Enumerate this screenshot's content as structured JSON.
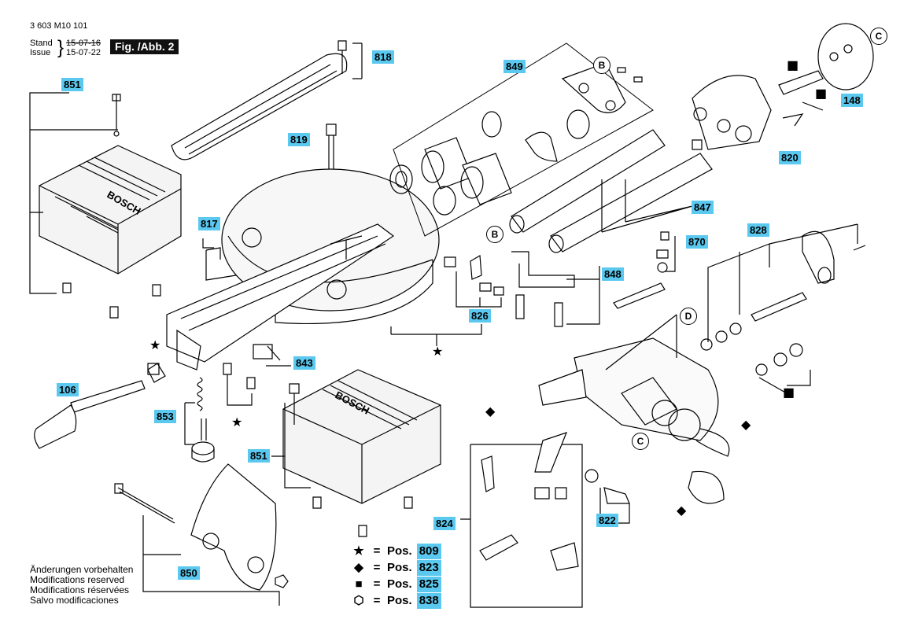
{
  "header": {
    "doc_number": "3 603 M10 101",
    "stand_label": "Stand",
    "stand_date": "15-07-16",
    "issue_label": "Issue",
    "issue_date": "15-07-22",
    "figure_label": "Fig. /Abb. 2"
  },
  "callouts": {
    "c818": "818",
    "c849": "849",
    "c148": "148",
    "c851a": "851",
    "c819": "819",
    "c820": "820",
    "c847": "847",
    "c817": "817",
    "c870": "870",
    "c828": "828",
    "c848": "848",
    "c826": "826",
    "c843": "843",
    "c106": "106",
    "c853": "853",
    "c851b": "851",
    "c824": "824",
    "c822": "822",
    "c850": "850"
  },
  "circle_labels": {
    "b1": "B",
    "b2": "B",
    "c1": "C",
    "c2": "C",
    "d1": "D"
  },
  "legend": [
    {
      "symbol": "★",
      "eq": "=",
      "pos": "Pos.",
      "number": "809"
    },
    {
      "symbol": "◆",
      "eq": "=",
      "pos": "Pos.",
      "number": "823"
    },
    {
      "symbol": "■",
      "eq": "=",
      "pos": "Pos.",
      "number": "825"
    },
    {
      "symbol": "⬡",
      "eq": "=",
      "pos": "Pos.",
      "number": "838"
    }
  ],
  "footer": {
    "line1": "Änderungen vorbehalten",
    "line2": "Modifications reserved",
    "line3": "Modifications réservées",
    "line4": "Salvo modificaciones"
  },
  "housing_brand": "BOSCH"
}
